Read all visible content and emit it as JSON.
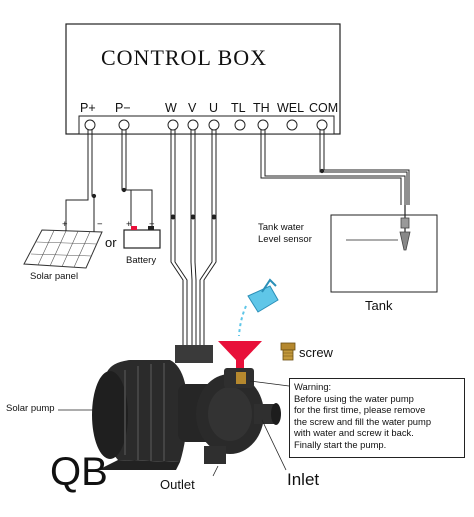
{
  "control_box": {
    "title": "CONTROL BOX",
    "terminals": [
      "P+",
      "P−",
      "W",
      "V",
      "U",
      "TL",
      "TH",
      "WEL",
      "COM"
    ]
  },
  "labels": {
    "solar_panel": "Solar panel",
    "or": "or",
    "battery": "Battery",
    "tank_sensor_line1": "Tank water",
    "tank_sensor_line2": "Level sensor",
    "tank": "Tank",
    "screw": "screw",
    "solar_pump": "Solar pump",
    "model": "QB",
    "outlet": "Outlet",
    "inlet": "Inlet"
  },
  "warning": {
    "lines": [
      "Warning:",
      "Before using the water pump",
      "for the first time, please remove",
      "the screw and fill the water pump",
      "with water and screw it back.",
      "Finally start the pump."
    ]
  },
  "battery_marks": {
    "plus": "+",
    "minus": "−"
  },
  "panel_marks": {
    "plus": "+",
    "minus": "−"
  },
  "colors": {
    "funnel": "#e8103a",
    "water": "#5fc6e8",
    "pump_body": "#2b2b2b",
    "brass": "#b5882e"
  }
}
